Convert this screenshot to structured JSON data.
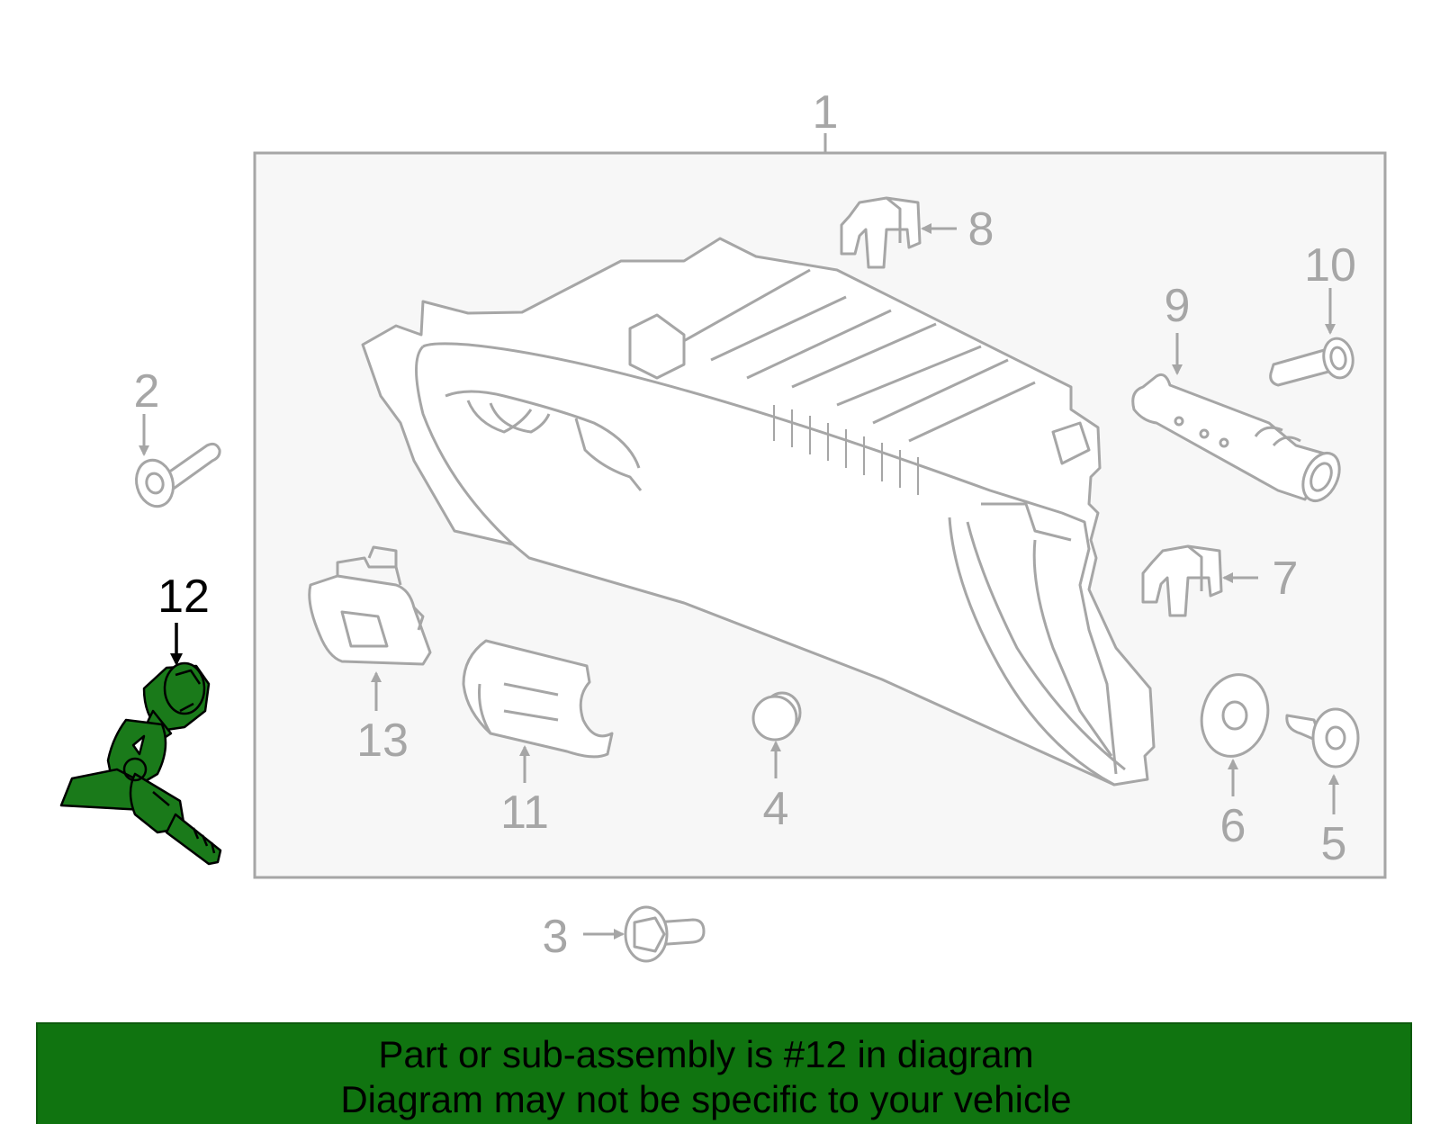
{
  "colors": {
    "part_gray": "#a6a6a6",
    "highlight_green": "#1a7a1a",
    "frame_fill": "#f7f7f7",
    "footer_green": "#107410",
    "callout_highlight": "#000000"
  },
  "callouts": {
    "c1": "1",
    "c2": "2",
    "c3": "3",
    "c4": "4",
    "c5": "5",
    "c6": "6",
    "c7": "7",
    "c8": "8",
    "c9": "9",
    "c10": "10",
    "c11": "11",
    "c12": "12",
    "c13": "13"
  },
  "highlighted_part": "12",
  "footer": {
    "line1": "Part or sub-assembly is #12 in diagram",
    "line2": "Diagram may not be specific to your vehicle"
  }
}
